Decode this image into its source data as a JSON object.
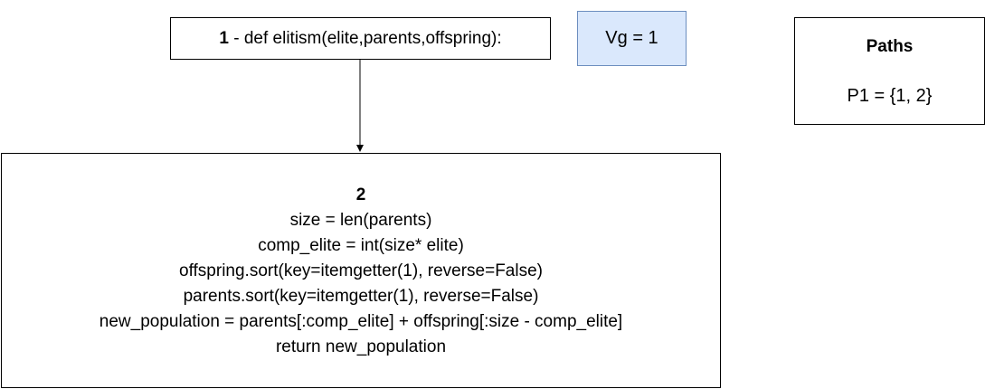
{
  "node1": {
    "number": "1",
    "code": " - def elitism(elite,parents,offspring):"
  },
  "vg": {
    "label": "Vg = 1",
    "fill": "#dae8fc",
    "stroke": "#6c8ebf"
  },
  "paths": {
    "title": "Paths",
    "items": [
      "P1 = {1, 2}"
    ]
  },
  "node2": {
    "number": "2",
    "lines": [
      "size = len(parents)",
      "comp_elite = int(size* elite)",
      "offspring.sort(key=itemgetter(1), reverse=False)",
      "parents.sort(key=itemgetter(1), reverse=False)",
      "new_population = parents[:comp_elite] + offspring[:size - comp_elite]",
      "return new_population"
    ]
  },
  "edges": [
    {
      "from": "node1",
      "to": "node2"
    }
  ]
}
